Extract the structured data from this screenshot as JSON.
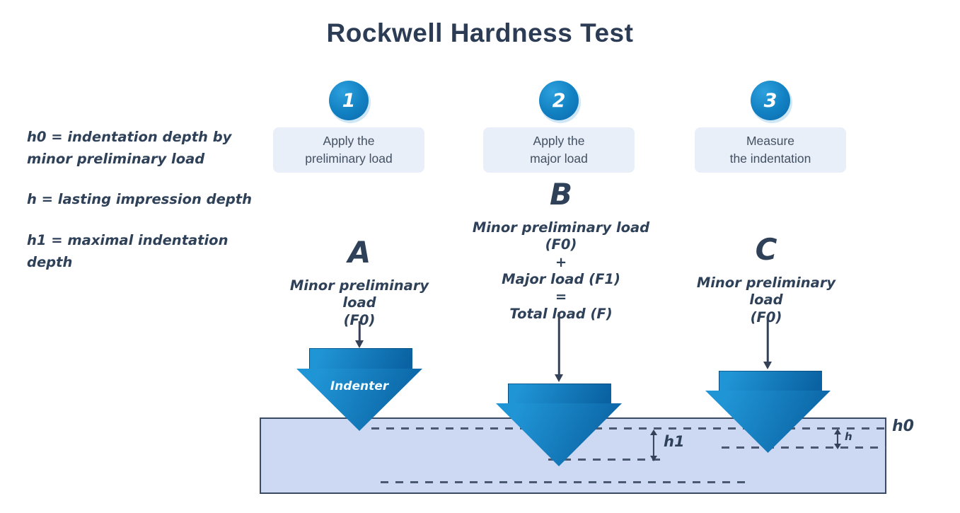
{
  "title": "Rockwell Hardness Test",
  "legend": [
    "h0 = indentation depth by minor preliminary load",
    "h = lasting impression depth",
    "h1 = maximal indentation depth"
  ],
  "steps": [
    {
      "number": "1",
      "label": "Apply the\npreliminary load"
    },
    {
      "number": "2",
      "label": "Apply the\nmajor load"
    },
    {
      "number": "3",
      "label": "Measure\nthe indentation"
    }
  ],
  "phases": [
    {
      "letter": "A",
      "load_text": "Minor preliminary load\n(F0)",
      "indenter_label": "Indenter"
    },
    {
      "letter": "B",
      "load_text": "Minor preliminary load (F0)\n+\nMajor load (F1)\n=\nTotal load (F)"
    },
    {
      "letter": "C",
      "load_text": "Minor preliminary load\n(F0)"
    }
  ],
  "depth_labels": {
    "h0": "h0",
    "h1": "h1",
    "h": "h"
  },
  "colors": {
    "title_ink": "#2c3c55",
    "ink": "#2e4158",
    "box_bg": "#e9eff9",
    "box_text": "#425062",
    "circle_blue": "#1180c2",
    "indenter_light": "#2095d6",
    "indenter_dark": "#0a62a2",
    "material_fill": "#cdd9f2",
    "material_border": "#3c4b64",
    "line": "#4a5870",
    "arrow": "#344158"
  }
}
